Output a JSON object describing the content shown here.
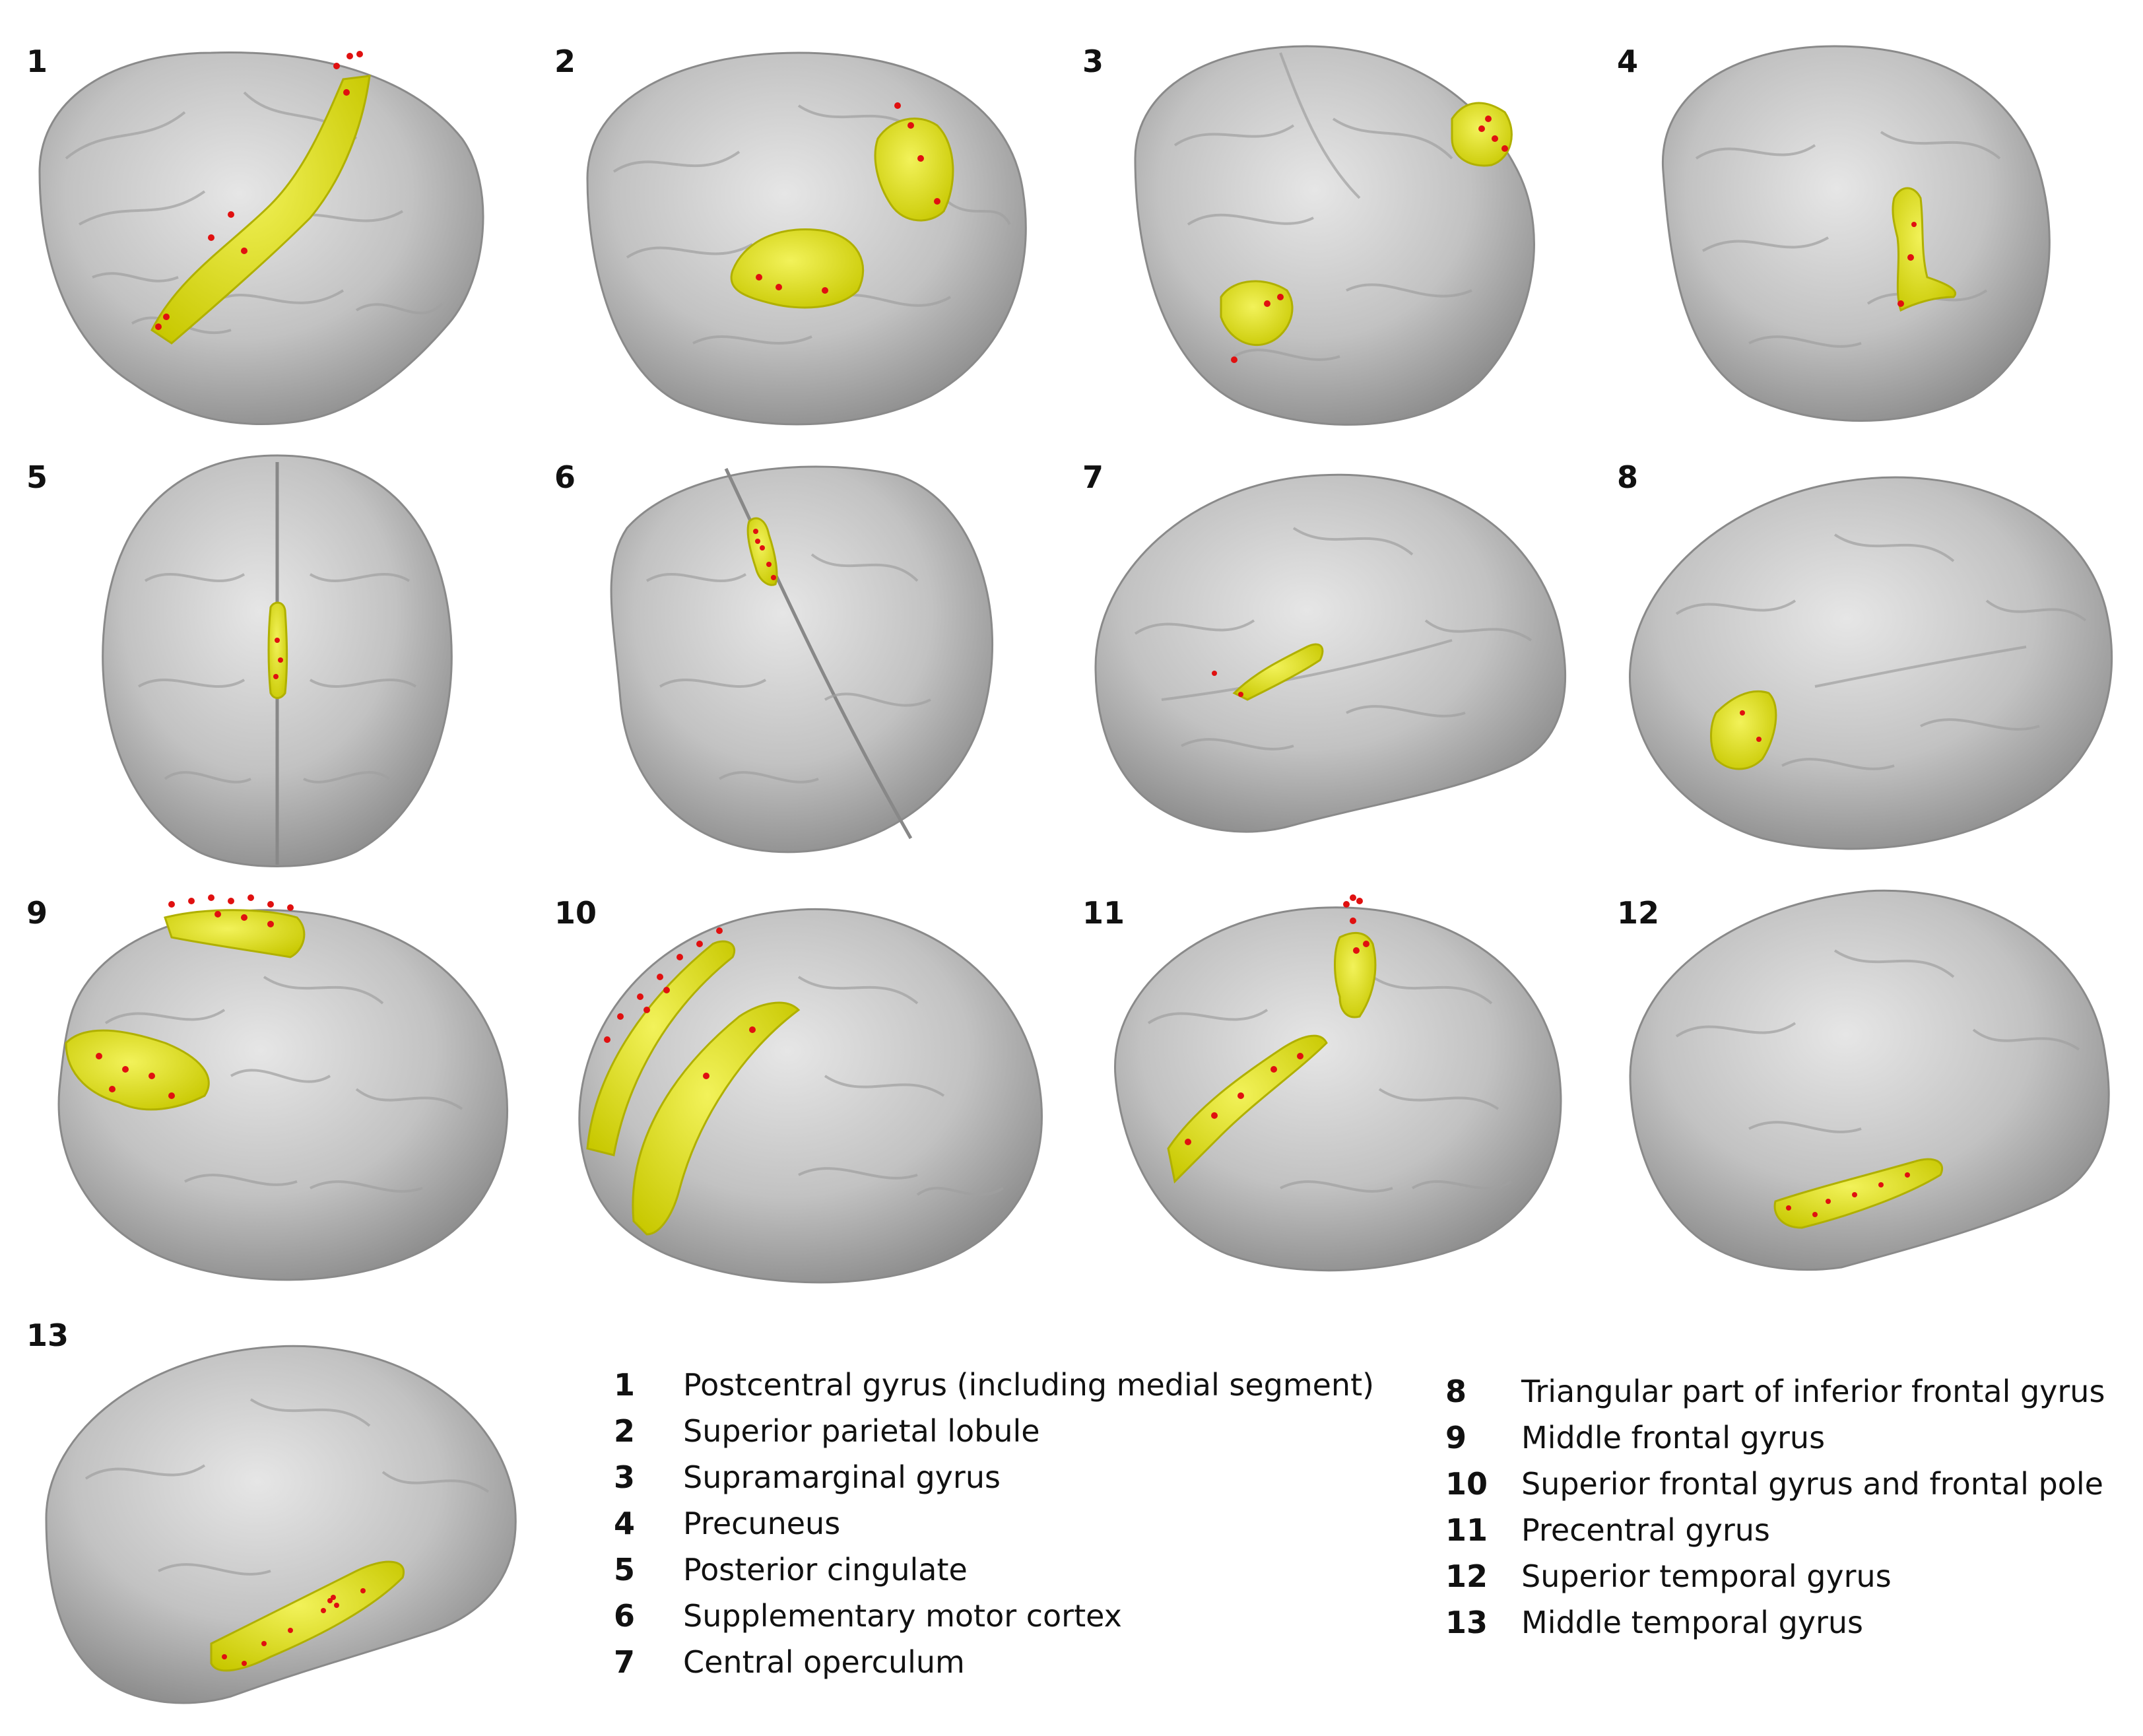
{
  "colors": {
    "brain_fill": "#c4c4c4",
    "brain_shade": "#9a9a9a",
    "brain_highlight": "#e8e8e8",
    "region_fill": "#e3e31c",
    "region_edge": "#b0b000",
    "marker": "#e01010"
  },
  "panels": [
    {
      "id": "1",
      "label": "1",
      "view": "posterior-left oblique"
    },
    {
      "id": "2",
      "label": "2",
      "view": "posterior-left oblique"
    },
    {
      "id": "3",
      "label": "3",
      "view": "superior-posterior oblique"
    },
    {
      "id": "4",
      "label": "4",
      "view": "medial oblique"
    },
    {
      "id": "5",
      "label": "5",
      "view": "posterior"
    },
    {
      "id": "6",
      "label": "6",
      "view": "superior oblique"
    },
    {
      "id": "7",
      "label": "7",
      "view": "lateral left"
    },
    {
      "id": "8",
      "label": "8",
      "view": "lateral right"
    },
    {
      "id": "9",
      "label": "9",
      "view": "anterior-lateral oblique"
    },
    {
      "id": "10",
      "label": "10",
      "view": "anterior oblique"
    },
    {
      "id": "11",
      "label": "11",
      "view": "lateral oblique"
    },
    {
      "id": "12",
      "label": "12",
      "view": "lateral left"
    },
    {
      "id": "13",
      "label": "13",
      "view": "lateral left"
    }
  ],
  "legend_left": [
    {
      "num": "1",
      "label": "Postcentral gyrus (including medial segment)"
    },
    {
      "num": "2",
      "label": "Superior parietal lobule"
    },
    {
      "num": "3",
      "label": "Supramarginal gyrus"
    },
    {
      "num": "4",
      "label": "Precuneus"
    },
    {
      "num": "5",
      "label": "Posterior cingulate"
    },
    {
      "num": "6",
      "label": "Supplementary motor cortex"
    },
    {
      "num": "7",
      "label": "Central operculum"
    }
  ],
  "legend_right": [
    {
      "num": "8",
      "label": "Triangular part of inferior frontal gyrus"
    },
    {
      "num": "9",
      "label": "Middle frontal gyrus"
    },
    {
      "num": "10",
      "label": "Superior frontal gyrus and frontal pole"
    },
    {
      "num": "11",
      "label": "Precentral gyrus"
    },
    {
      "num": "12",
      "label": "Superior temporal gyrus"
    },
    {
      "num": "13",
      "label": "Middle temporal gyrus"
    }
  ]
}
